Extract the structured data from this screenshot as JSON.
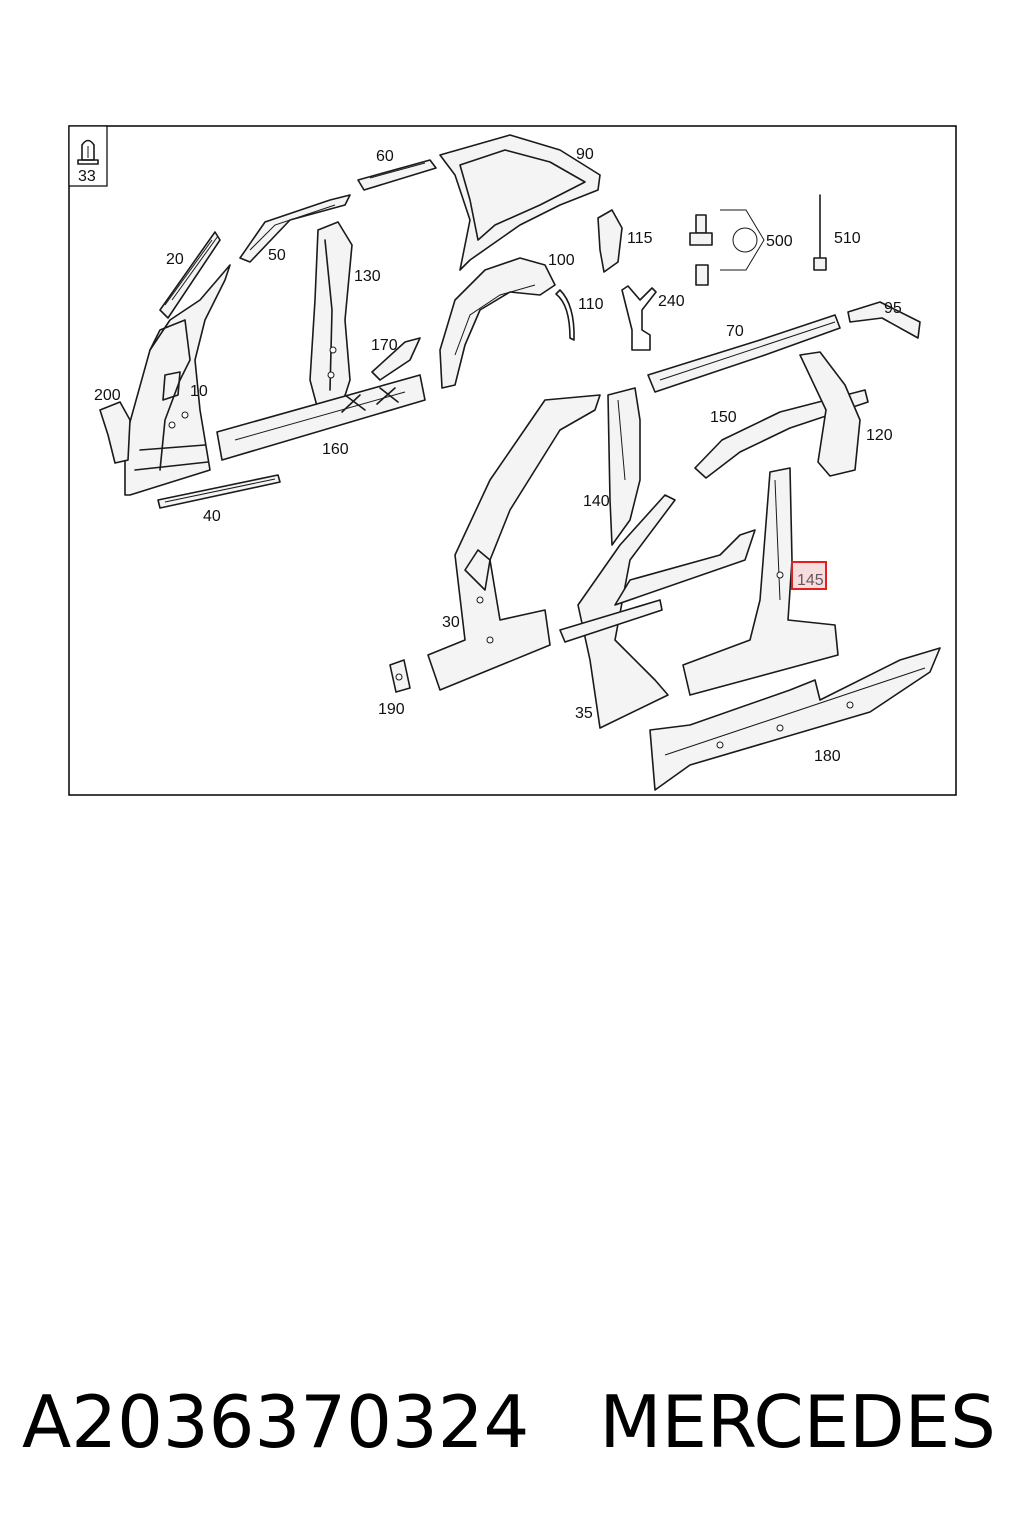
{
  "diagram": {
    "fastener_box_number": "33",
    "callouts": [
      "60",
      "90",
      "115",
      "500",
      "510",
      "20",
      "50",
      "130",
      "100",
      "110",
      "240",
      "170",
      "70",
      "95",
      "200",
      "10",
      "160",
      "150",
      "120",
      "140",
      "40",
      "145",
      "30",
      "190",
      "35",
      "180"
    ],
    "highlighted": "145",
    "highlight_color": "#e02020"
  },
  "caption": {
    "part_number": "A2036370324",
    "brand": "MERCEDES"
  }
}
